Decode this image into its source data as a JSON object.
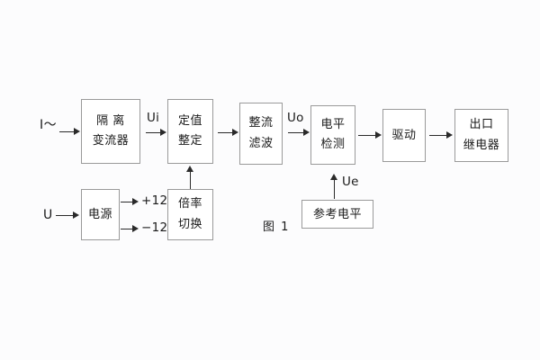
{
  "figure": {
    "caption": "图 1",
    "background_color": "#fcfcfd",
    "box_border_color": "#9a9a9a",
    "line_color": "#2a2a2a",
    "text_color": "#1a1a1a"
  },
  "inputs": [
    {
      "name": "current-input",
      "label": "I～"
    },
    {
      "name": "voltage-input",
      "label": "U"
    }
  ],
  "blocks": [
    {
      "id": "isolating-transformer",
      "line1": "隔  离",
      "line2": "变流器"
    },
    {
      "id": "setting-value",
      "line1": "定值",
      "line2": "整定"
    },
    {
      "id": "rectify-filter",
      "line1": "整流",
      "line2": "滤波"
    },
    {
      "id": "level-detect",
      "line1": "电平",
      "line2": "检测"
    },
    {
      "id": "drive",
      "line1": "驱动",
      "line2": ""
    },
    {
      "id": "output-relay",
      "line1": "出口",
      "line2": "继电器"
    },
    {
      "id": "power-supply",
      "line1": "电源",
      "line2": ""
    },
    {
      "id": "ratio-switch",
      "line1": "倍率",
      "line2": "切换"
    },
    {
      "id": "reference-level",
      "line1": "参考电平",
      "line2": ""
    }
  ],
  "signals": [
    {
      "id": "ui",
      "label": "Ui"
    },
    {
      "id": "uo",
      "label": "Uo"
    },
    {
      "id": "ue",
      "label": "Ue"
    }
  ],
  "power_rails": [
    {
      "id": "rail-plus-12v",
      "label": "+12V"
    },
    {
      "id": "rail-minus-12v",
      "label": "−12V"
    }
  ]
}
